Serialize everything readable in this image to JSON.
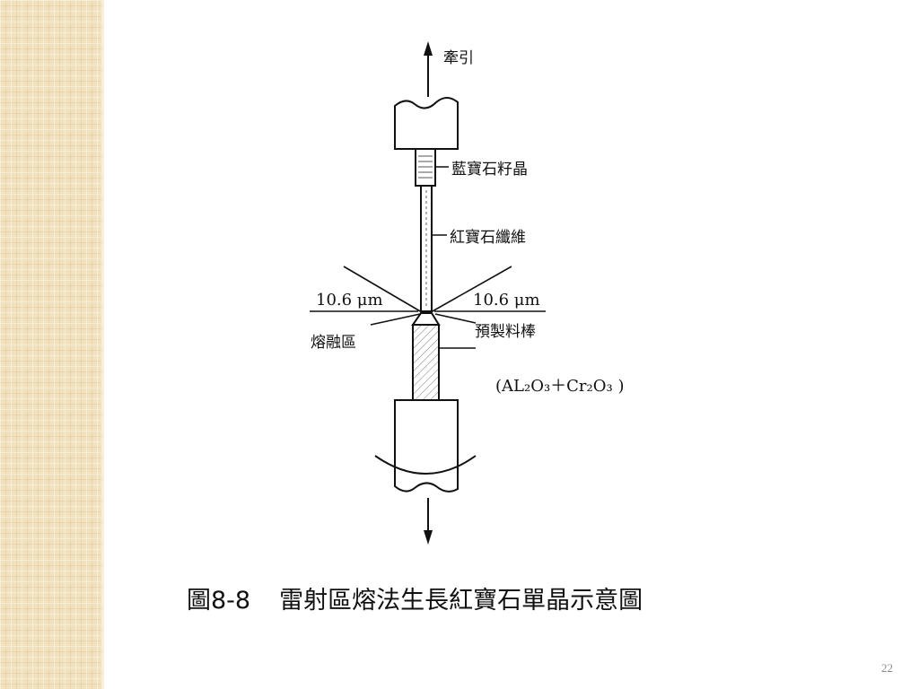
{
  "slide": {
    "caption_number": "圖8-8",
    "caption_text": "雷射區熔法生長紅寶石單晶示意圖",
    "page_number": "22"
  },
  "diagram": {
    "labels": {
      "pull": "牽引",
      "seed": "藍寶石籽晶",
      "fiber": "紅寶石纖維",
      "laser_left": "10.6 μm",
      "laser_right": "10.6 μm",
      "melt_zone": "熔融區",
      "preform": "預製料棒",
      "formula": "(AL₂O₃＋Cr₂O₃ )"
    }
  }
}
